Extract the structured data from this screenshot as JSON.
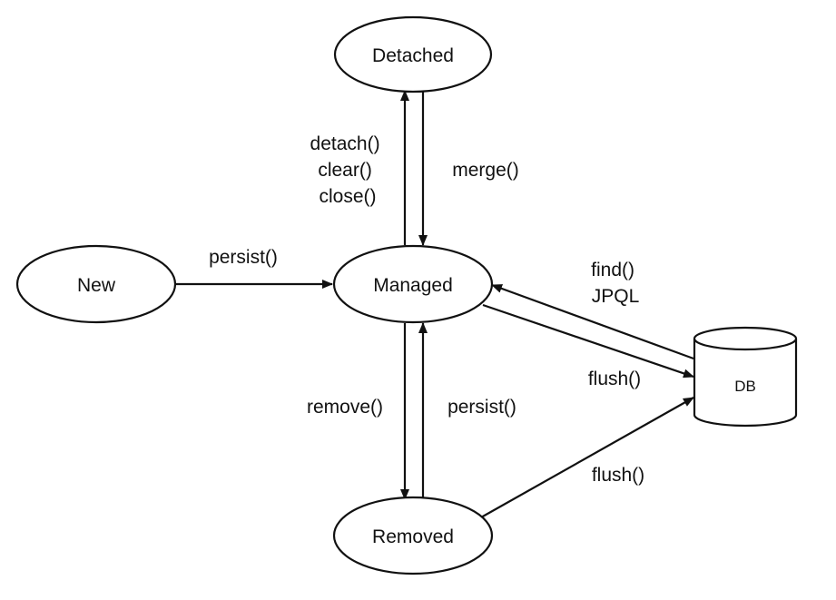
{
  "nodes": {
    "detached": "Detached",
    "new": "New",
    "managed": "Managed",
    "removed": "Removed",
    "db": "DB"
  },
  "edges": {
    "detach": [
      "detach()",
      "clear()",
      "close()"
    ],
    "merge": "merge()",
    "persist_new": "persist()",
    "find": [
      "find()",
      "JPQL"
    ],
    "flush_managed": "flush()",
    "remove": "remove()",
    "persist_removed": "persist()",
    "flush_removed": "flush()"
  },
  "colors": {
    "stroke": "#111111",
    "background": "#ffffff"
  }
}
